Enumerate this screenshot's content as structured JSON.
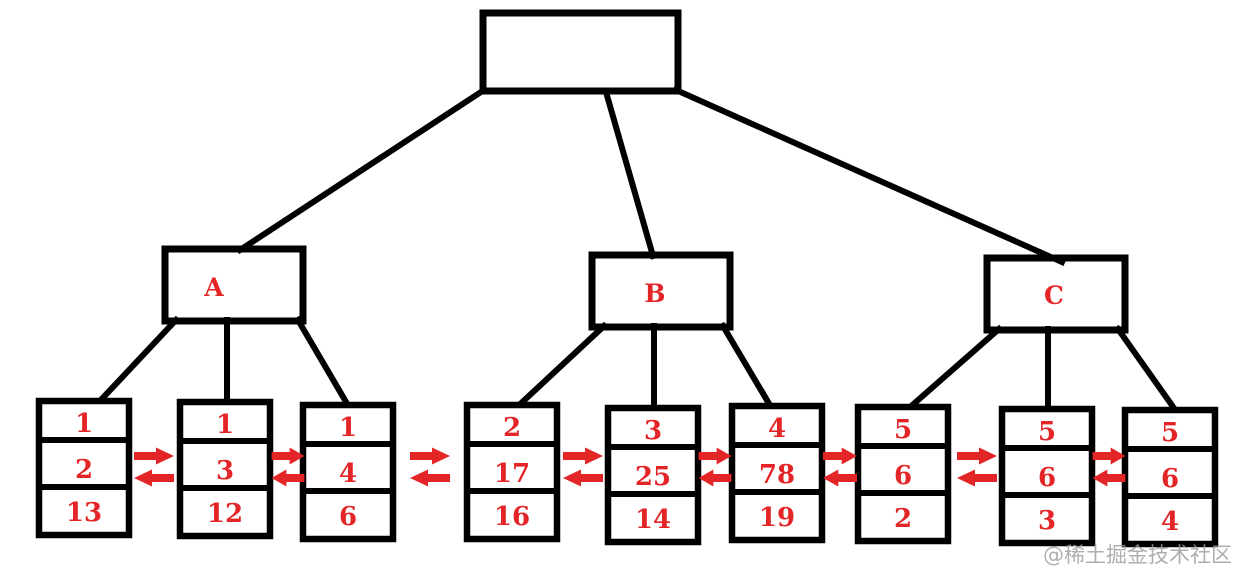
{
  "diagram": {
    "root_node": {
      "label": ""
    },
    "internal_nodes": [
      {
        "label": "A"
      },
      {
        "label": "B"
      },
      {
        "label": "C"
      }
    ],
    "leaf_nodes": [
      {
        "values": [
          "1",
          "2",
          "13"
        ]
      },
      {
        "values": [
          "1",
          "3",
          "12"
        ]
      },
      {
        "values": [
          "1",
          "4",
          "6"
        ]
      },
      {
        "values": [
          "2",
          "17",
          "16"
        ]
      },
      {
        "values": [
          "3",
          "25",
          "14"
        ]
      },
      {
        "values": [
          "4",
          "78",
          "19"
        ]
      },
      {
        "values": [
          "5",
          "6",
          "2"
        ]
      },
      {
        "values": [
          "5",
          "6",
          "3"
        ]
      },
      {
        "values": [
          "5",
          "6",
          "4"
        ]
      }
    ],
    "icons": {
      "arrow_right": "➡",
      "arrow_left": "⬅"
    },
    "colors": {
      "line": "#000000",
      "accent": "#e42527",
      "watermark": "#9b9b9b",
      "background": "#ffffff"
    }
  },
  "watermark": {
    "text": "@稀土掘金技术社区"
  }
}
